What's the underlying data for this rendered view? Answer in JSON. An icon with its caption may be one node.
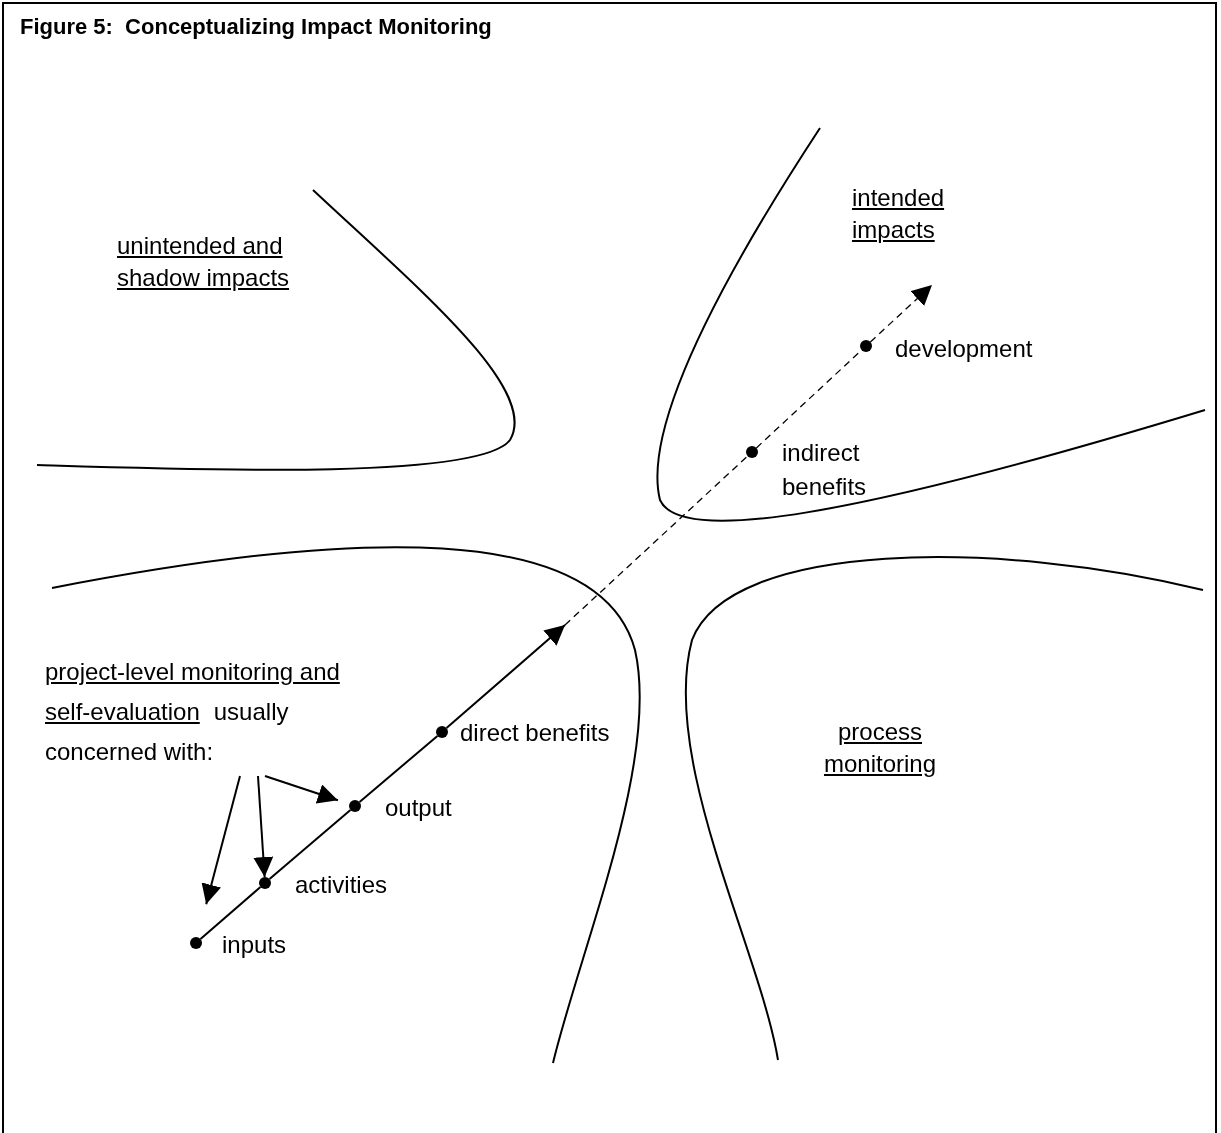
{
  "diagram": {
    "title": "Figure 5:  Conceptualizing Impact Monitoring",
    "nodes": [
      {
        "text": [
          "project-level monitoring and self-evaluation",
          "usually concerned with:"
        ]
      },
      {
        "text": [],
        "shape": "circle",
        "beside": [
          "inputs"
        ]
      },
      {
        "text": [],
        "shape": "circle",
        "beside": [
          "activities"
        ]
      },
      {
        "text": [],
        "shape": "circle",
        "beside": [
          "output"
        ]
      },
      {
        "text": [],
        "shape": "circle",
        "beside": [
          "direct benefits"
        ]
      },
      {
        "text": [],
        "shape": "circle",
        "beside": [
          "indirect benefits"
        ]
      },
      {
        "text": [],
        "shape": "circle",
        "beside": [
          "development"
        ]
      }
    ],
    "edges": [
      {
        "from": 1,
        "to": 2,
        "arrow": "none"
      },
      {
        "from": 2,
        "to": 3,
        "arrow": "none"
      },
      {
        "from": 3,
        "to": 4,
        "arrow": "none"
      },
      {
        "from": 4,
        "to": null,
        "arrow": "to"
      },
      {
        "from": null,
        "to": 5,
        "arrow": "none",
        "style": "dashed"
      },
      {
        "from": 5,
        "to": 6,
        "arrow": "none",
        "style": "dashed"
      },
      {
        "from": 6,
        "to": null,
        "arrow": "to",
        "style": "dashed"
      },
      {
        "from": 0,
        "to": 1,
        "arrow": "to"
      },
      {
        "from": 0,
        "to": 2,
        "arrow": "to"
      },
      {
        "from": 0,
        "to": 3,
        "arrow": "to"
      }
    ],
    "labels": [
      "unintended and shadow impacts",
      "intended impacts",
      "process monitoring"
    ]
  }
}
